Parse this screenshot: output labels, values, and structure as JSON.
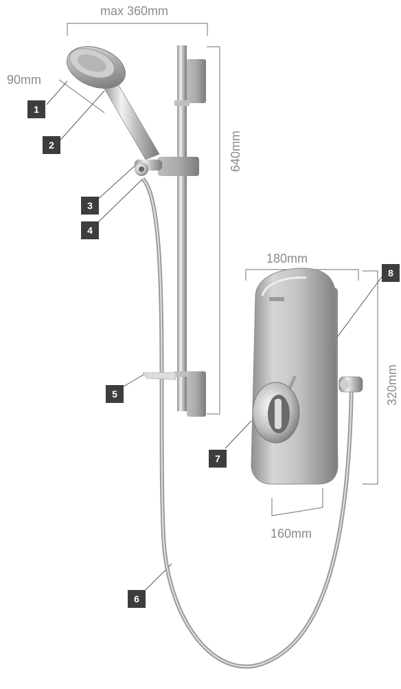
{
  "dimensions": {
    "max_width": "max 360mm",
    "head_diameter": "90mm",
    "riser_height": "640mm",
    "unit_width_top": "180mm",
    "unit_height": "320mm",
    "unit_width_bottom": "160mm"
  },
  "callouts": [
    "1",
    "2",
    "3",
    "4",
    "5",
    "6",
    "7",
    "8"
  ],
  "colors": {
    "dimension_lines": "#8a8a8a",
    "badge_fill": "#3d3d3d",
    "badge_text": "#ffffff",
    "chrome": "#c8c8c8",
    "unit_body": "#b4b4b4"
  }
}
